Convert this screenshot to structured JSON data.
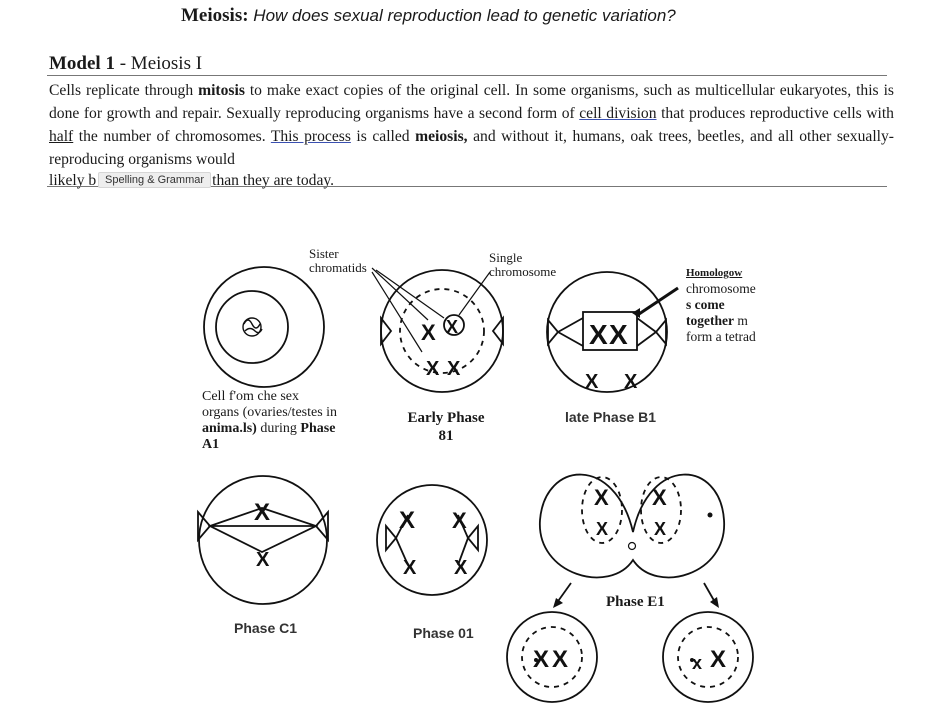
{
  "header": {
    "title_bold": "Meiosis:",
    "title_italic": "How does sexual reproduction lead to genetic variation?"
  },
  "model": {
    "heading_bold": "Model 1",
    "heading_rest": " - Meiosis I"
  },
  "paragraph": {
    "s1a": "Cells replicate through ",
    "s1b": "mitosis",
    "s1c": " to make exact copies of the original cell. In some organisms, such as multicellular eukaryotes, this is done for growth and repair. Sexually reproducing organisms have a second form of ",
    "s1d": "cell division",
    "s1e": " that produces reproductive cells with ",
    "s1f": "half",
    "s1g": " the number of chromosomes. ",
    "s1h": "This process",
    "s1i": " is called ",
    "s1j": "meiosis,",
    "s1k": " and without it, humans, oak trees, beetles, and all other sexually-reproducing organisms would",
    "s2a": "likely b",
    "s2b": " than they are today."
  },
  "tooltip": "Spelling & Grammar",
  "diagram": {
    "sister_chromatids": "Sister chromatids",
    "single_chromosome": "Single chromosome",
    "homologous": "Homologow",
    "homologous_rest_1": "chromosome",
    "homologous_rest_2": "s come",
    "homologous_rest_3a": "together",
    "homologous_rest_3b": " m",
    "homologous_rest_4": "form a tetrad",
    "cell_caption_1": "Cell  f'om  che  sex",
    "cell_caption_2": "organs (ovaries/testes in",
    "cell_caption_3": "anima.ls)",
    "cell_caption_4": " during ",
    "cell_caption_5": "Phase",
    "cell_caption_6": "A1",
    "early_phase": "Early Phase",
    "early_phase_num": "81",
    "late_phase": "late Phase B1",
    "phase_c1": "Phase C1",
    "phase_01": "Phase 01",
    "phase_e1": "Phase E1"
  }
}
